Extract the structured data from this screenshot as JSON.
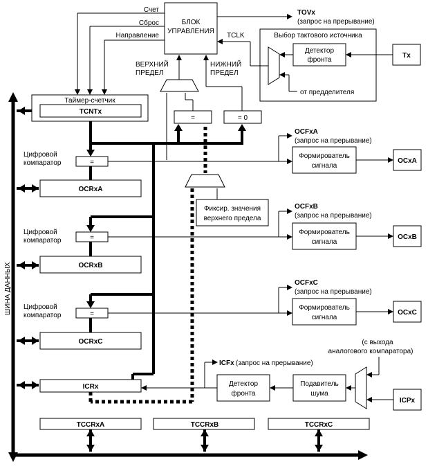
{
  "data_bus_label": "ШИНА ДАННЫХ",
  "control_block": {
    "line1": "БЛОК",
    "line2": "УПРАВЛЕНИЯ"
  },
  "control_inputs": {
    "count": "Счет",
    "reset": "Сброс",
    "direction": "Направление"
  },
  "tov": {
    "name": "TOVx",
    "note": "(запрос на прерывание)"
  },
  "tclk": "TCLK",
  "clock_select": {
    "title": "Выбор тактового источника",
    "edge_detector_line1": "Детектор",
    "edge_detector_line2": "фронта",
    "from_prescaler": "от предделителя",
    "input": "Tx"
  },
  "limits": {
    "top_line1": "ВЕРХНИЙ",
    "top_line2": "ПРЕДЕЛ",
    "bottom_line1": "НИЖНИЙ",
    "bottom_line2": "ПРЕДЕЛ"
  },
  "counter": {
    "title": "Таймер-счетчик",
    "register": "TCNTx"
  },
  "comparators": {
    "equal": "=",
    "equal_zero": "= 0",
    "digital_line1": "Цифровой",
    "digital_line2": "компаратор"
  },
  "fixation": {
    "line1": "Фиксир.  значения",
    "line2": "верхнего предела"
  },
  "channels": [
    {
      "register": "OCRxA",
      "flag": "OCFxA",
      "note": "(запрос на прерывание)",
      "former_line1": "Формирователь",
      "former_line2": "сигнала",
      "output": "OCxA"
    },
    {
      "register": "OCRxB",
      "flag": "OCFxB",
      "note": "(запрос на прерывание)",
      "former_line1": "Формирователь",
      "former_line2": "сигнала",
      "output": "OCxB"
    },
    {
      "register": "OCRxC",
      "flag": "OCFxC",
      "note": "(запрос на прерывание)",
      "former_line1": "Формирователь",
      "former_line2": "сигнала",
      "output": "OCxC"
    }
  ],
  "capture": {
    "register": "ICRx",
    "flag": "ICFx",
    "flag_note": "(запрос на прерывание)",
    "edge_line1": "Детектор",
    "edge_line2": "фронта",
    "suppressor_line1": "Подавитель",
    "suppressor_line2": "шума",
    "analog_line1": "(с  выхода",
    "analog_line2": "аналогового компаратора)",
    "input": "ICPx"
  },
  "control_registers": [
    "TCCRxA",
    "TCCRxB",
    "TCCRxC"
  ]
}
